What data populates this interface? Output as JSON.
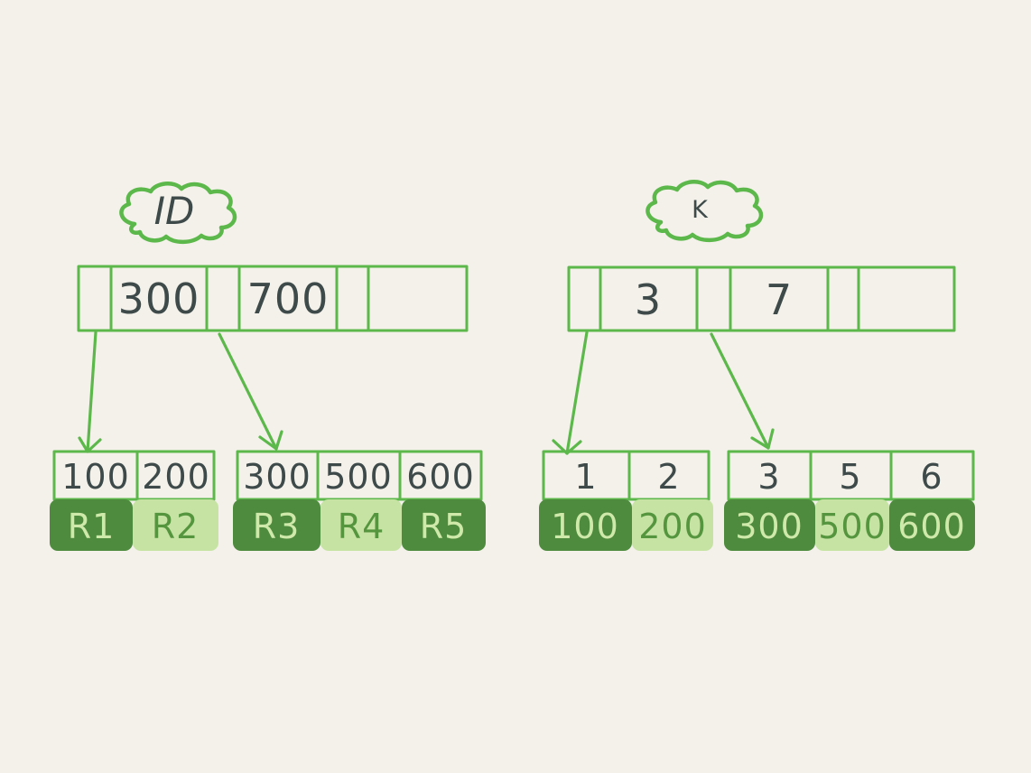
{
  "palette": {
    "background": "#f3f1ea",
    "line_green": "#5cb84a",
    "cell_dark": "#4e8b3e",
    "cell_light": "#c6e3a4",
    "text_dark": "#3e4a49",
    "text_on_dark": "#cfe9ab",
    "text_on_light": "#55953e"
  },
  "primary_index": {
    "cloud_label": "ID",
    "root_cells": [
      "",
      "300",
      "",
      "700",
      "",
      ""
    ],
    "leaves": [
      {
        "keys": [
          "100",
          "200"
        ],
        "rows": [
          {
            "label": "R1",
            "shade": "dark"
          },
          {
            "label": "R2",
            "shade": "light"
          }
        ]
      },
      {
        "keys": [
          "300",
          "500",
          "600"
        ],
        "rows": [
          {
            "label": "R3",
            "shade": "dark"
          },
          {
            "label": "R4",
            "shade": "light"
          },
          {
            "label": "R5",
            "shade": "dark"
          }
        ]
      }
    ]
  },
  "secondary_index": {
    "cloud_label": "K",
    "root_cells": [
      "",
      "3",
      "",
      "7",
      "",
      ""
    ],
    "leaves": [
      {
        "keys": [
          "1",
          "2"
        ],
        "rows": [
          {
            "label": "100",
            "shade": "dark"
          },
          {
            "label": "200",
            "shade": "light"
          }
        ]
      },
      {
        "keys": [
          "3",
          "5",
          "6"
        ],
        "rows": [
          {
            "label": "300",
            "shade": "dark"
          },
          {
            "label": "500",
            "shade": "light"
          },
          {
            "label": "600",
            "shade": "dark"
          }
        ]
      }
    ]
  }
}
